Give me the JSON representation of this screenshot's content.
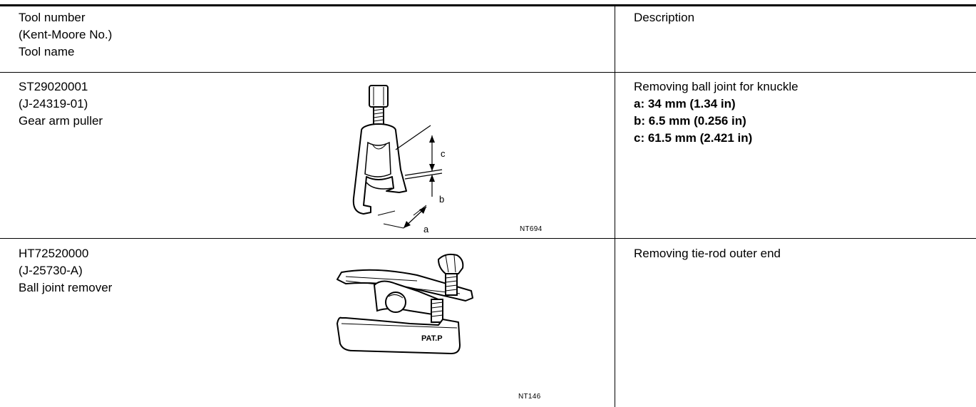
{
  "header": {
    "col1": [
      "Tool number",
      "(Kent-Moore No.)",
      "Tool name"
    ],
    "col2": "Description"
  },
  "rows": [
    {
      "tool_number": "ST29020001",
      "kent_moore": "(J-24319-01)",
      "tool_name": "Gear arm puller",
      "description": "Removing ball joint for knuckle",
      "specs": [
        "a: 34 mm (1.34 in)",
        "b: 6.5 mm (0.256 in)",
        "c: 61.5 mm (2.421 in)"
      ],
      "figure_code": "NT694",
      "figure_labels": {
        "a": "a",
        "b": "b",
        "c": "c"
      }
    },
    {
      "tool_number": "HT72520000",
      "kent_moore": "(J-25730-A)",
      "tool_name": "Ball joint remover",
      "description": "Removing tie-rod outer end",
      "figure_code": "NT146",
      "figure_text": "PAT.P"
    }
  ]
}
